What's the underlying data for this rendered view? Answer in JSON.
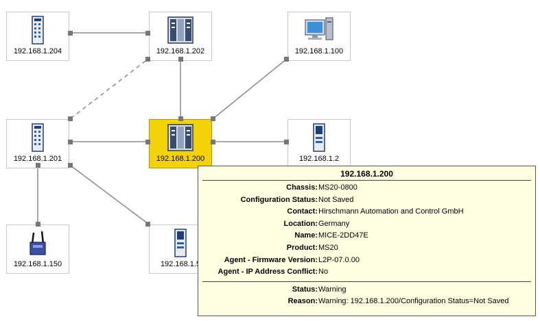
{
  "nodes": [
    {
      "id": "n204",
      "label": "192.168.1.204",
      "icon": "switch-rack-icon"
    },
    {
      "id": "n202",
      "label": "192.168.1.202",
      "icon": "modular-switch-icon"
    },
    {
      "id": "n100",
      "label": "192.168.1.100",
      "icon": "computer-icon"
    },
    {
      "id": "n201",
      "label": "192.168.1.201",
      "icon": "switch-rack-icon"
    },
    {
      "id": "n200",
      "label": "192.168.1.200",
      "icon": "modular-switch-icon",
      "selected": true
    },
    {
      "id": "n2",
      "label": "192.168.1.2",
      "icon": "din-rail-switch-icon"
    },
    {
      "id": "n150",
      "label": "192.168.1.150",
      "icon": "wireless-access-point-icon"
    },
    {
      "id": "n15x",
      "label": "192.168.1.5",
      "icon": "din-rail-switch-icon"
    }
  ],
  "tooltip": {
    "title": "192.168.1.200",
    "rows": [
      {
        "key": "Chassis:",
        "value": "MS20-0800"
      },
      {
        "key": "Configuration Status:",
        "value": "Not Saved"
      },
      {
        "key": "Contact:",
        "value": "Hirschmann Automation and Control GmbH"
      },
      {
        "key": "Location:",
        "value": "Germany"
      },
      {
        "key": "Name:",
        "value": "MICE-2DD47E"
      },
      {
        "key": "Product:",
        "value": "MS20"
      },
      {
        "key": "Agent - Firmware Version:",
        "value": "L2P-07.0.00"
      },
      {
        "key": "Agent - IP Address Conflict:",
        "value": "No"
      }
    ],
    "status_rows": [
      {
        "key": "Status:",
        "value": "Warning"
      },
      {
        "key": "Reason:",
        "value": "Warning: 192.168.1.200/Configuration Status=Not Saved"
      }
    ]
  },
  "colors": {
    "selected": "#f3d20a",
    "link": "#8a8a8a",
    "tooltip_bg": "#ffffe1"
  }
}
